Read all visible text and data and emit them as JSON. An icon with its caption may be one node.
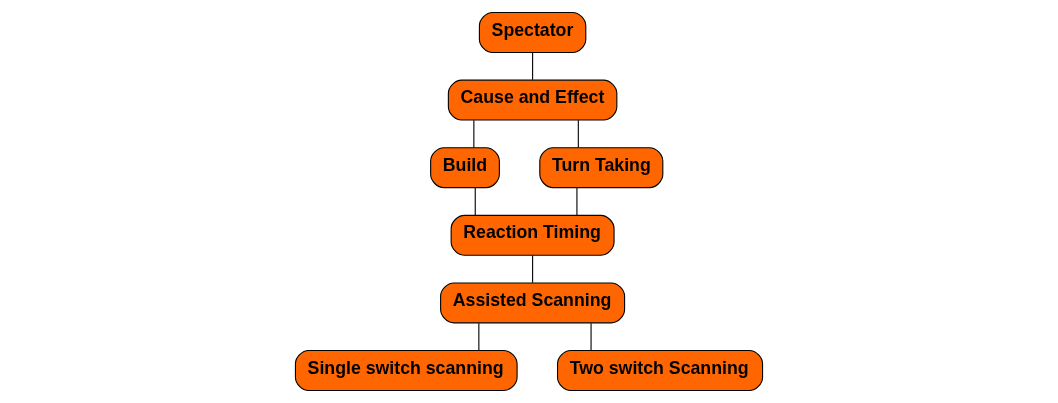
{
  "diagram": {
    "nodes": [
      {
        "text": [
          "Spectator"
        ]
      },
      {
        "text": [
          "Cause and Effect"
        ]
      },
      {
        "text": [
          "Build"
        ]
      },
      {
        "text": [
          "Turn Taking"
        ]
      },
      {
        "text": [
          "Reaction Timing"
        ]
      },
      {
        "text": [
          "Assisted Scanning"
        ]
      },
      {
        "text": [
          "Single switch scanning"
        ]
      },
      {
        "text": [
          "Two switch Scanning"
        ]
      }
    ],
    "edges": [
      {
        "from": 0,
        "to": 1,
        "arrow": "none"
      },
      {
        "from": 1,
        "to": 2,
        "arrow": "none"
      },
      {
        "from": 1,
        "to": 3,
        "arrow": "none"
      },
      {
        "from": 2,
        "to": 4,
        "arrow": "none"
      },
      {
        "from": 3,
        "to": 4,
        "arrow": "none"
      },
      {
        "from": 4,
        "to": 5,
        "arrow": "none"
      },
      {
        "from": 5,
        "to": 6,
        "arrow": "none"
      },
      {
        "from": 5,
        "to": 7,
        "arrow": "none"
      }
    ]
  }
}
